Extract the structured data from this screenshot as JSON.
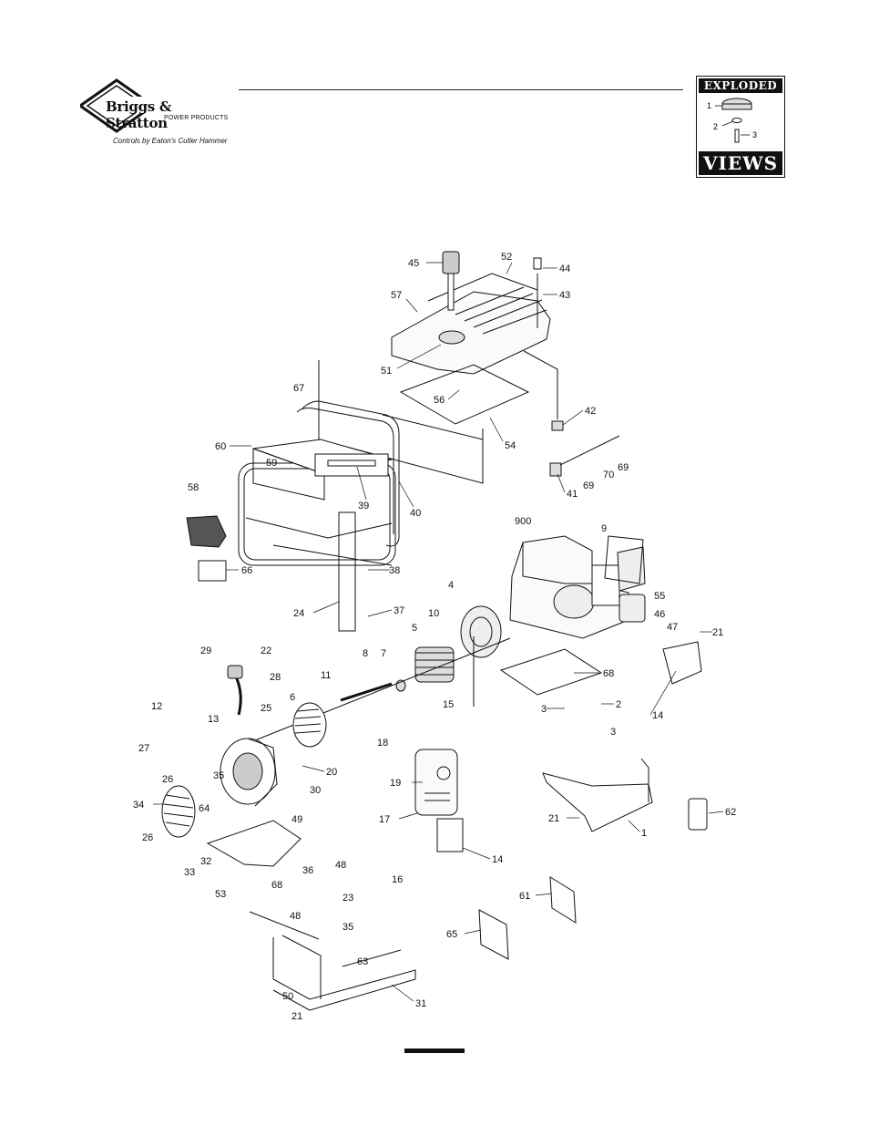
{
  "logo": {
    "brand": "Briggs & Stratton",
    "subline": "POWER PRODUCTS",
    "tagline": "Controls by Eaton's Cutler Hammer"
  },
  "badge": {
    "top_label": "EXPLODED",
    "bottom_label": "VIEWS",
    "callouts": [
      "1",
      "2",
      "3"
    ]
  },
  "diagram": {
    "callouts": [
      "45",
      "52",
      "44",
      "43",
      "57",
      "51",
      "56",
      "54",
      "67",
      "60",
      "59",
      "39",
      "40",
      "42",
      "41",
      "69",
      "70",
      "69",
      "58",
      "66",
      "38",
      "24",
      "37",
      "900",
      "9",
      "55",
      "46",
      "47",
      "21",
      "4",
      "10",
      "5",
      "68",
      "8",
      "7",
      "11",
      "29",
      "22",
      "28",
      "12",
      "13",
      "25",
      "6",
      "15",
      "3",
      "2",
      "3",
      "14",
      "27",
      "26",
      "35",
      "64",
      "20",
      "30",
      "18",
      "19",
      "17",
      "21",
      "1",
      "62",
      "34",
      "26",
      "49",
      "33",
      "32",
      "36",
      "48",
      "14",
      "16",
      "53",
      "68",
      "61",
      "23",
      "48",
      "35",
      "65",
      "63",
      "50",
      "31",
      "21"
    ]
  }
}
